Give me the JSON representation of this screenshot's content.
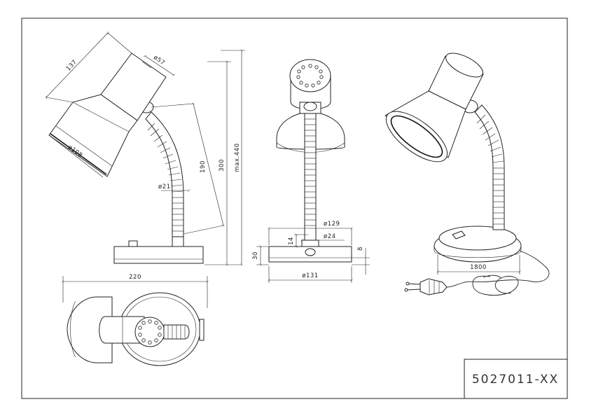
{
  "title_block": {
    "code": "5027011-XX"
  },
  "dimensions": {
    "shade_length": "137",
    "head_diameter": "ø57",
    "shade_diameter": "ø108",
    "arm_diameter": "ø21",
    "arm_length": "190",
    "height": "300",
    "max_height": "max.440",
    "base_top_diameter": "ø129",
    "stem_diameter": "ø24",
    "stem_height": "14",
    "base_height": "30",
    "base_thickness": "8",
    "base_diameter": "ø131",
    "depth": "220",
    "cable_length": "1800"
  }
}
